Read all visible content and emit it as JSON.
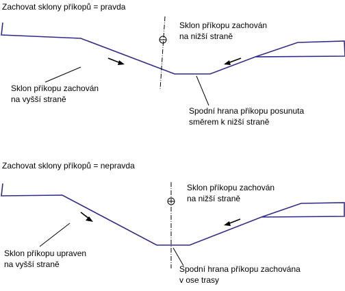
{
  "colors": {
    "profile": "#2e2a8c",
    "annotation": "#000000",
    "background": "#ffffff"
  },
  "top_panel": {
    "title": "Zachovat sklony příkopů = pravda",
    "label_right_1": "Sklon příkopu zachován",
    "label_right_2": "na nižší straně",
    "label_left_1": "Sklon příkopu zachován",
    "label_left_2": "na vyšší straně",
    "label_bottom_1": "Spodní hrana příkopu posunuta",
    "label_bottom_2": "směrem k nižší straně"
  },
  "bottom_panel": {
    "title": "Zachovat sklony příkopů = nepravda",
    "label_right_1": "Sklon příkopu zachován",
    "label_right_2": "na nižší straně",
    "label_left_1": "Sklon příkopu upraven",
    "label_left_2": "na vyšší straně",
    "label_bottom_1": "Spodní hrana příkopu zachována",
    "label_bottom_2": "v ose trasy"
  }
}
